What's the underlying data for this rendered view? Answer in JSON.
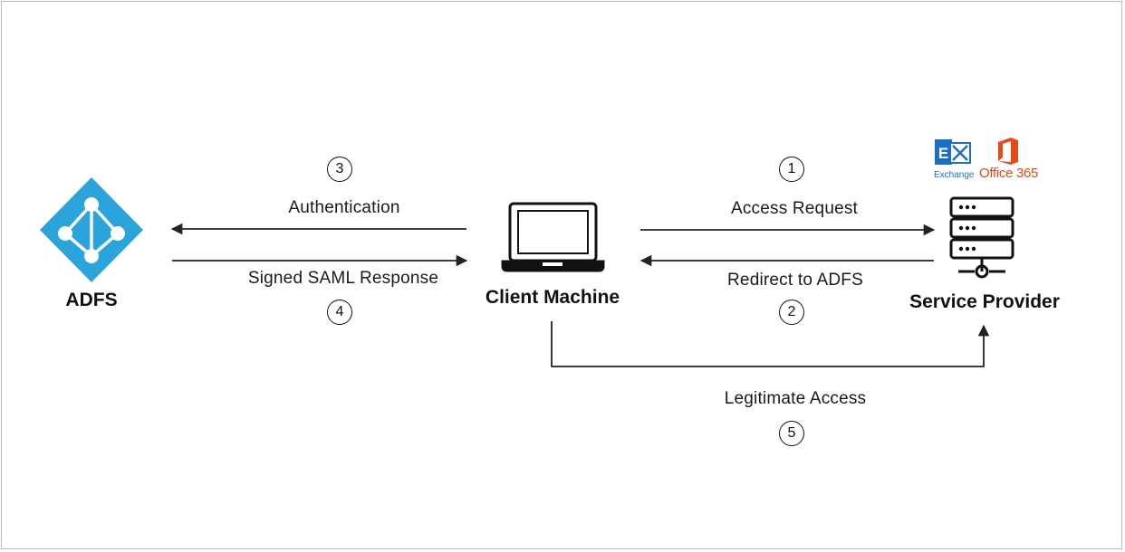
{
  "nodes": {
    "adfs": {
      "label": "ADFS"
    },
    "client": {
      "label": "Client Machine"
    },
    "service_provider": {
      "label": "Service Provider"
    }
  },
  "flows": [
    {
      "step": "1",
      "label": "Access Request"
    },
    {
      "step": "2",
      "label": "Redirect to ADFS"
    },
    {
      "step": "3",
      "label": "Authentication"
    },
    {
      "step": "4",
      "label": "Signed SAML Response"
    },
    {
      "step": "5",
      "label": "Legitimate Access"
    }
  ],
  "logos": {
    "exchange": {
      "letter": "E",
      "text": "Exchange"
    },
    "office365": {
      "text": "Office 365"
    }
  },
  "colors": {
    "adfs": "#2ba4dc",
    "exchange": "#1d6fc6",
    "office": "#e64a19",
    "line": "#222222"
  },
  "icons": [
    "adfs-diamond-icon",
    "laptop-icon",
    "server-icon",
    "exchange-logo-icon",
    "office365-logo-icon"
  ]
}
